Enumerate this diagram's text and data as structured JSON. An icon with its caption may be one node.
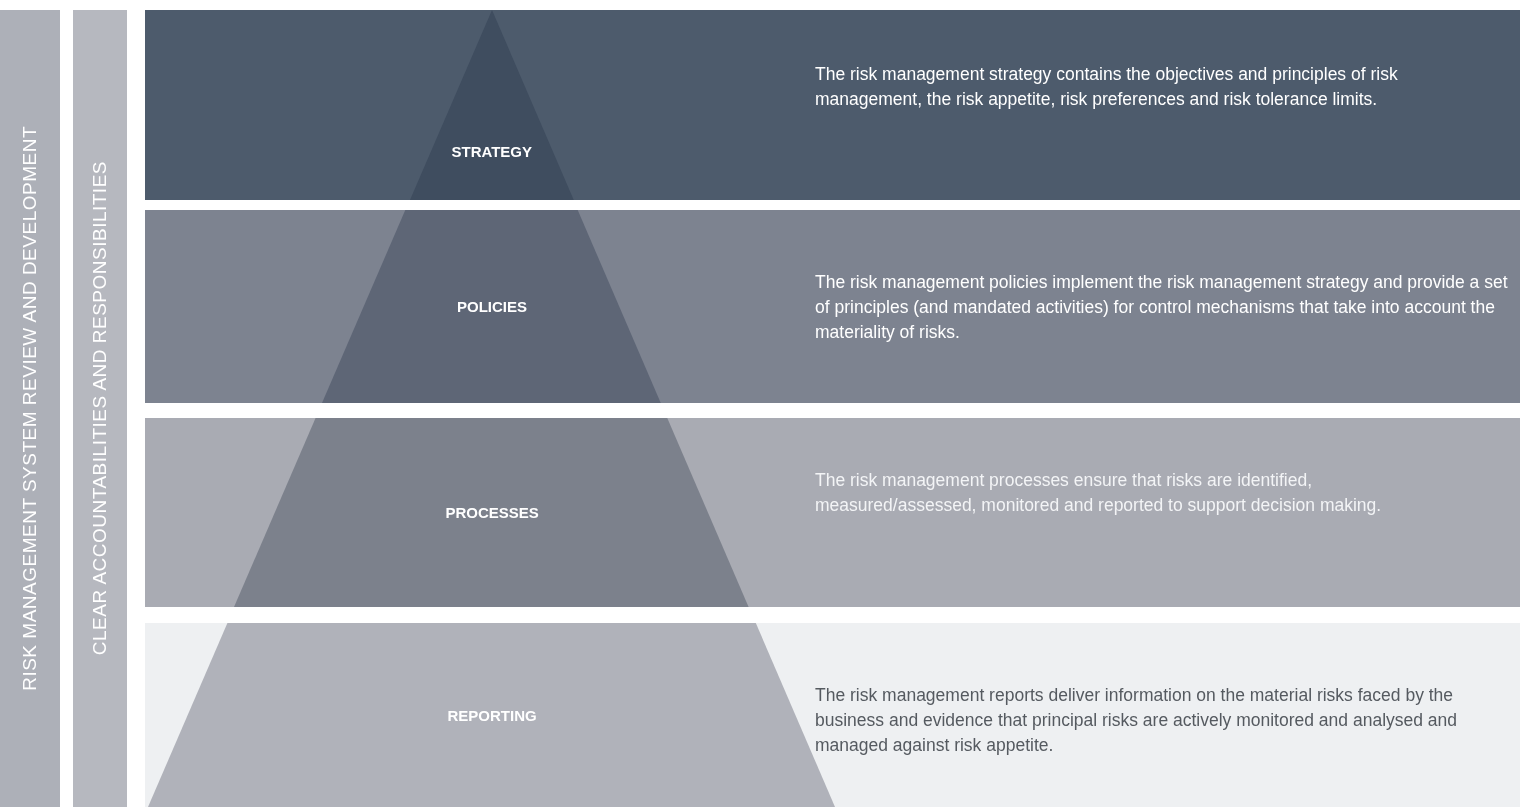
{
  "diagram": {
    "nodes": [
      {
        "text": [
          "RISK MANAGEMENT SYSTEM REVIEW AND DEVELOPMENT"
        ]
      },
      {
        "text": [
          "CLEAR ACCOUNTABILITIES AND RESPONSIBILITIES"
        ]
      },
      {
        "text": [
          "The risk management strategy contains the objectives and principles of risk management, the risk appetite, risk preferences and risk tolerance limits."
        ]
      },
      {
        "text": [
          "STRATEGY"
        ],
        "in": 2
      },
      {
        "text": [
          "The risk management policies implement the risk management strategy and provide a set of principles (and mandated activities) for control mechanisms that take into account the materiality of risks."
        ]
      },
      {
        "text": [
          "POLICIES"
        ],
        "in": 4
      },
      {
        "text": [
          "The risk management processes ensure that risks are identified, measured/assessed, monitored and reported to support decision making."
        ]
      },
      {
        "text": [
          "PROCESSES"
        ],
        "in": 6
      },
      {
        "text": [
          "The risk management reports deliver information on the material risks faced by the business and evidence that principal risks are actively monitored and analysed and managed against risk appetite."
        ]
      },
      {
        "text": [
          "REPORTING"
        ],
        "in": 8
      }
    ]
  }
}
